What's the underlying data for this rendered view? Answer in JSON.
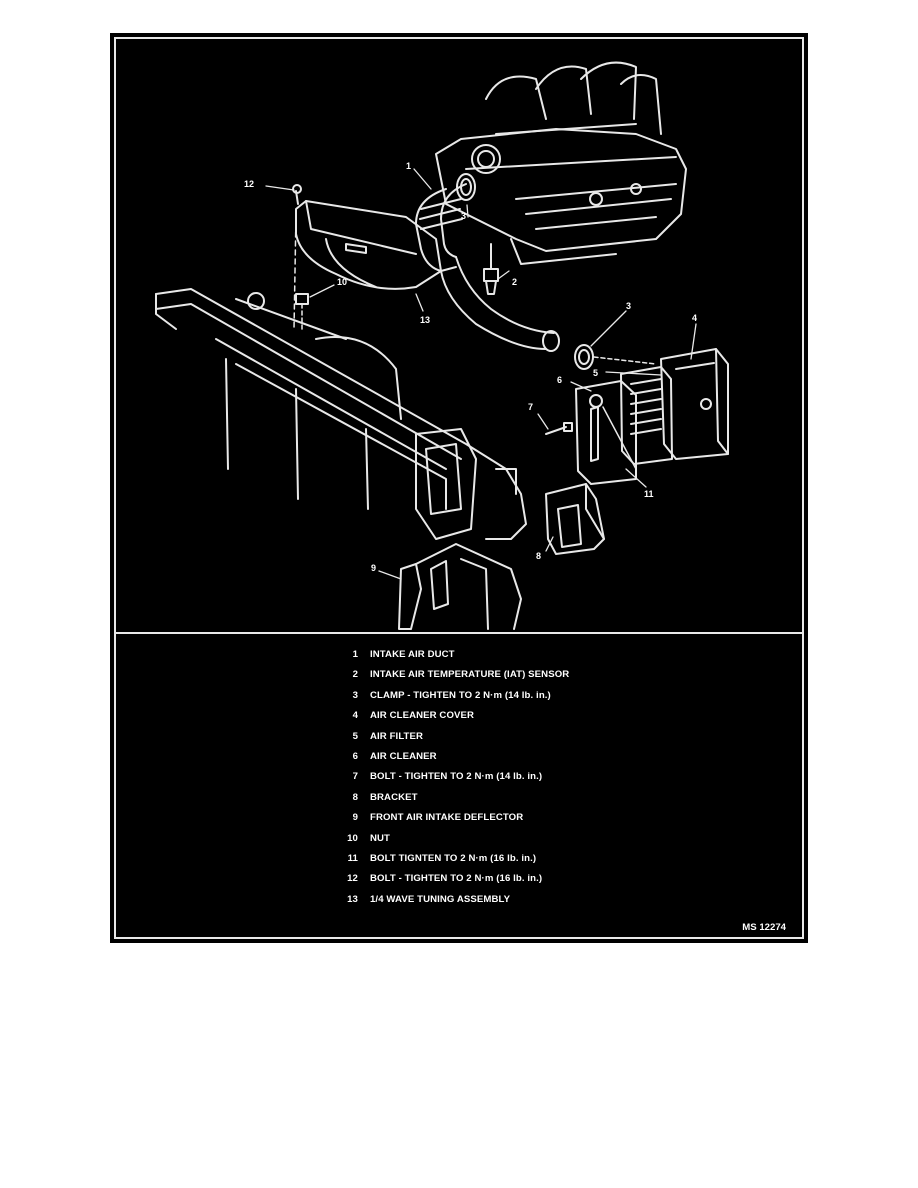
{
  "figure": {
    "code": "MS 12274",
    "callouts": [
      "1",
      "2",
      "3",
      "3",
      "4",
      "5",
      "6",
      "7",
      "8",
      "9",
      "10",
      "11",
      "12",
      "13"
    ],
    "legend": [
      {
        "num": "1",
        "text": "INTAKE AIR DUCT"
      },
      {
        "num": "2",
        "text": "INTAKE AIR TEMPERATURE (IAT) SENSOR"
      },
      {
        "num": "3",
        "text": "CLAMP - TIGHTEN TO 2 N·m (14 lb. in.)"
      },
      {
        "num": "4",
        "text": "AIR CLEANER COVER"
      },
      {
        "num": "5",
        "text": "AIR FILTER"
      },
      {
        "num": "6",
        "text": "AIR CLEANER"
      },
      {
        "num": "7",
        "text": "BOLT - TIGHTEN TO 2 N·m (14 lb. in.)"
      },
      {
        "num": "8",
        "text": "BRACKET"
      },
      {
        "num": "9",
        "text": "FRONT AIR INTAKE DEFLECTOR"
      },
      {
        "num": "10",
        "text": "NUT"
      },
      {
        "num": "11",
        "text": "BOLT TIGNTEN TO 2 N·m (16 lb. in.)"
      },
      {
        "num": "12",
        "text": "BOLT - TIGHTEN TO 2 N·m (16 lb. in.)"
      },
      {
        "num": "13",
        "text": "1/4 WAVE TUNING ASSEMBLY"
      }
    ]
  },
  "colors": {
    "background": "#000000",
    "linework": "#e8e8e8",
    "page": "#ffffff"
  }
}
